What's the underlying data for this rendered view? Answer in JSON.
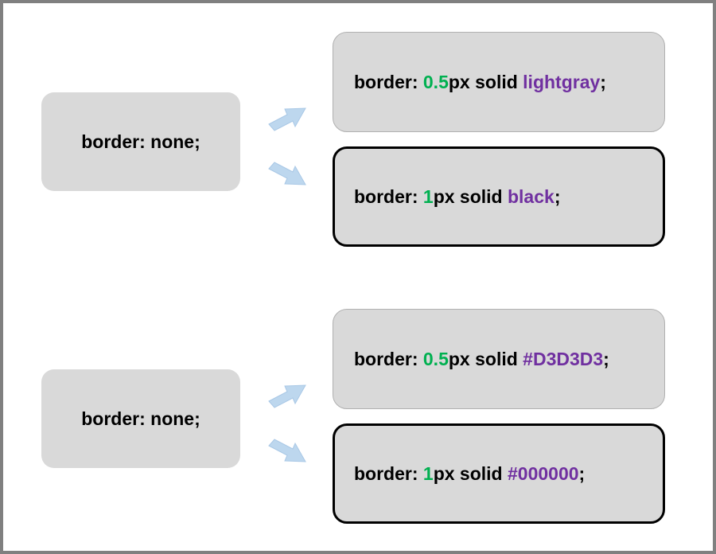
{
  "colors": {
    "box_fill": "#d9d9d9",
    "number": "#00b050",
    "keyword": "#7030a0",
    "arrow": "#bdd7ee",
    "frame": "#808080"
  },
  "groups": [
    {
      "source": "border: none;",
      "targets": [
        {
          "prefix": "border: ",
          "num": "0.5",
          "mid": "px solid ",
          "kw": "lightgray",
          "suffix": ";"
        },
        {
          "prefix": "border: ",
          "num": "1",
          "mid": "px solid ",
          "kw": "black",
          "suffix": ";"
        }
      ]
    },
    {
      "source": "border: none;",
      "targets": [
        {
          "prefix": "border: ",
          "num": "0.5",
          "mid": "px solid ",
          "kw": "#D3D3D3",
          "suffix": ";"
        },
        {
          "prefix": "border: ",
          "num": "1",
          "mid": "px solid ",
          "kw": "#000000",
          "suffix": ";"
        }
      ]
    }
  ]
}
